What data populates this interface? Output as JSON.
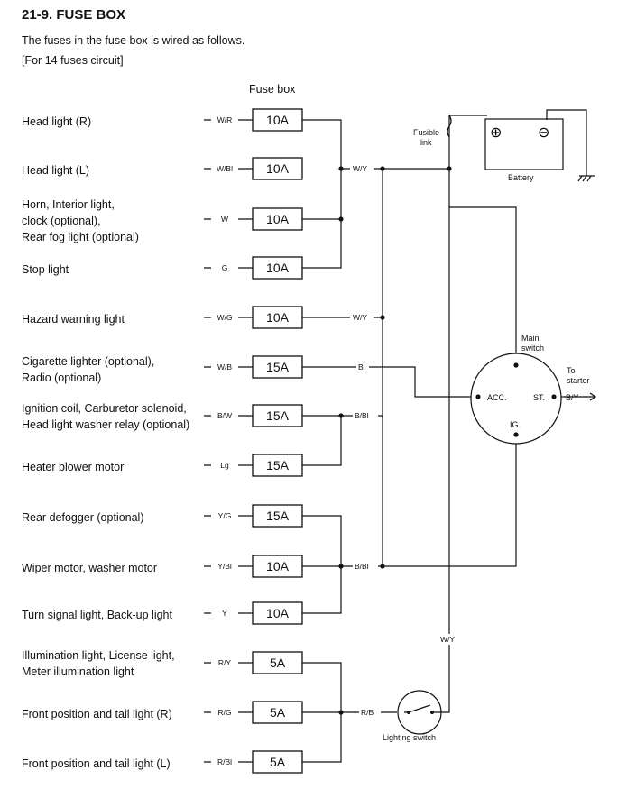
{
  "header": {
    "title": "21-9.  FUSE BOX",
    "line1": "The fuses in the fuse box is wired as follows.",
    "line2": "[For 14 fuses circuit]"
  },
  "fuse_box_label": "Fuse box",
  "circuits": [
    {
      "label": "Head light (R)",
      "wire": "W/R",
      "fuse": "10A"
    },
    {
      "label": "Head light (L)",
      "wire": "W/Bl",
      "fuse": "10A"
    },
    {
      "label": "Horn, Interior light,\nclock (optional),\nRear fog light (optional)",
      "wire": "W",
      "fuse": "10A"
    },
    {
      "label": "Stop light",
      "wire": "G",
      "fuse": "10A"
    },
    {
      "label": "Hazard warning light",
      "wire": "W/G",
      "fuse": "10A"
    },
    {
      "label": "Cigarette lighter (optional),\nRadio (optional)",
      "wire": "W/B",
      "fuse": "15A"
    },
    {
      "label": "Ignition coil, Carburetor solenoid,\nHead light washer relay (optional)",
      "wire": "B/W",
      "fuse": "15A"
    },
    {
      "label": "Heater blower motor",
      "wire": "Lg",
      "fuse": "15A"
    },
    {
      "label": "Rear defogger (optional)",
      "wire": "Y/G",
      "fuse": "15A"
    },
    {
      "label": "Wiper motor, washer motor",
      "wire": "Y/Bl",
      "fuse": "10A"
    },
    {
      "label": "Turn signal light, Back-up light",
      "wire": "Y",
      "fuse": "10A"
    },
    {
      "label": "Illumination light, License light,\nMeter illumination light",
      "wire": "R/Y",
      "fuse": "5A"
    },
    {
      "label": "Front position and tail light (R)",
      "wire": "R/G",
      "fuse": "5A"
    },
    {
      "label": "Front position and tail light (L)",
      "wire": "R/Bl",
      "fuse": "5A"
    }
  ],
  "wire_labels": {
    "wy_top": "W/Y",
    "wy_hazard": "W/Y",
    "bl": "Bl",
    "bbl_ign": "B/Bl",
    "bbl_wiper": "B/Bl",
    "wy_light": "W/Y",
    "rb": "R/B"
  },
  "components": {
    "fusible_link_1": "Fusible",
    "fusible_link_2": "link",
    "battery": "Battery",
    "plus": "⊕",
    "minus": "⊖",
    "main_switch_1": "Main",
    "main_switch_2": "switch",
    "acc": "ACC.",
    "st": "ST.",
    "ig": "IG.",
    "to_starter_1": "To",
    "to_starter_2": "starter",
    "by": "B/Y",
    "lighting_switch": "Lighting switch"
  }
}
